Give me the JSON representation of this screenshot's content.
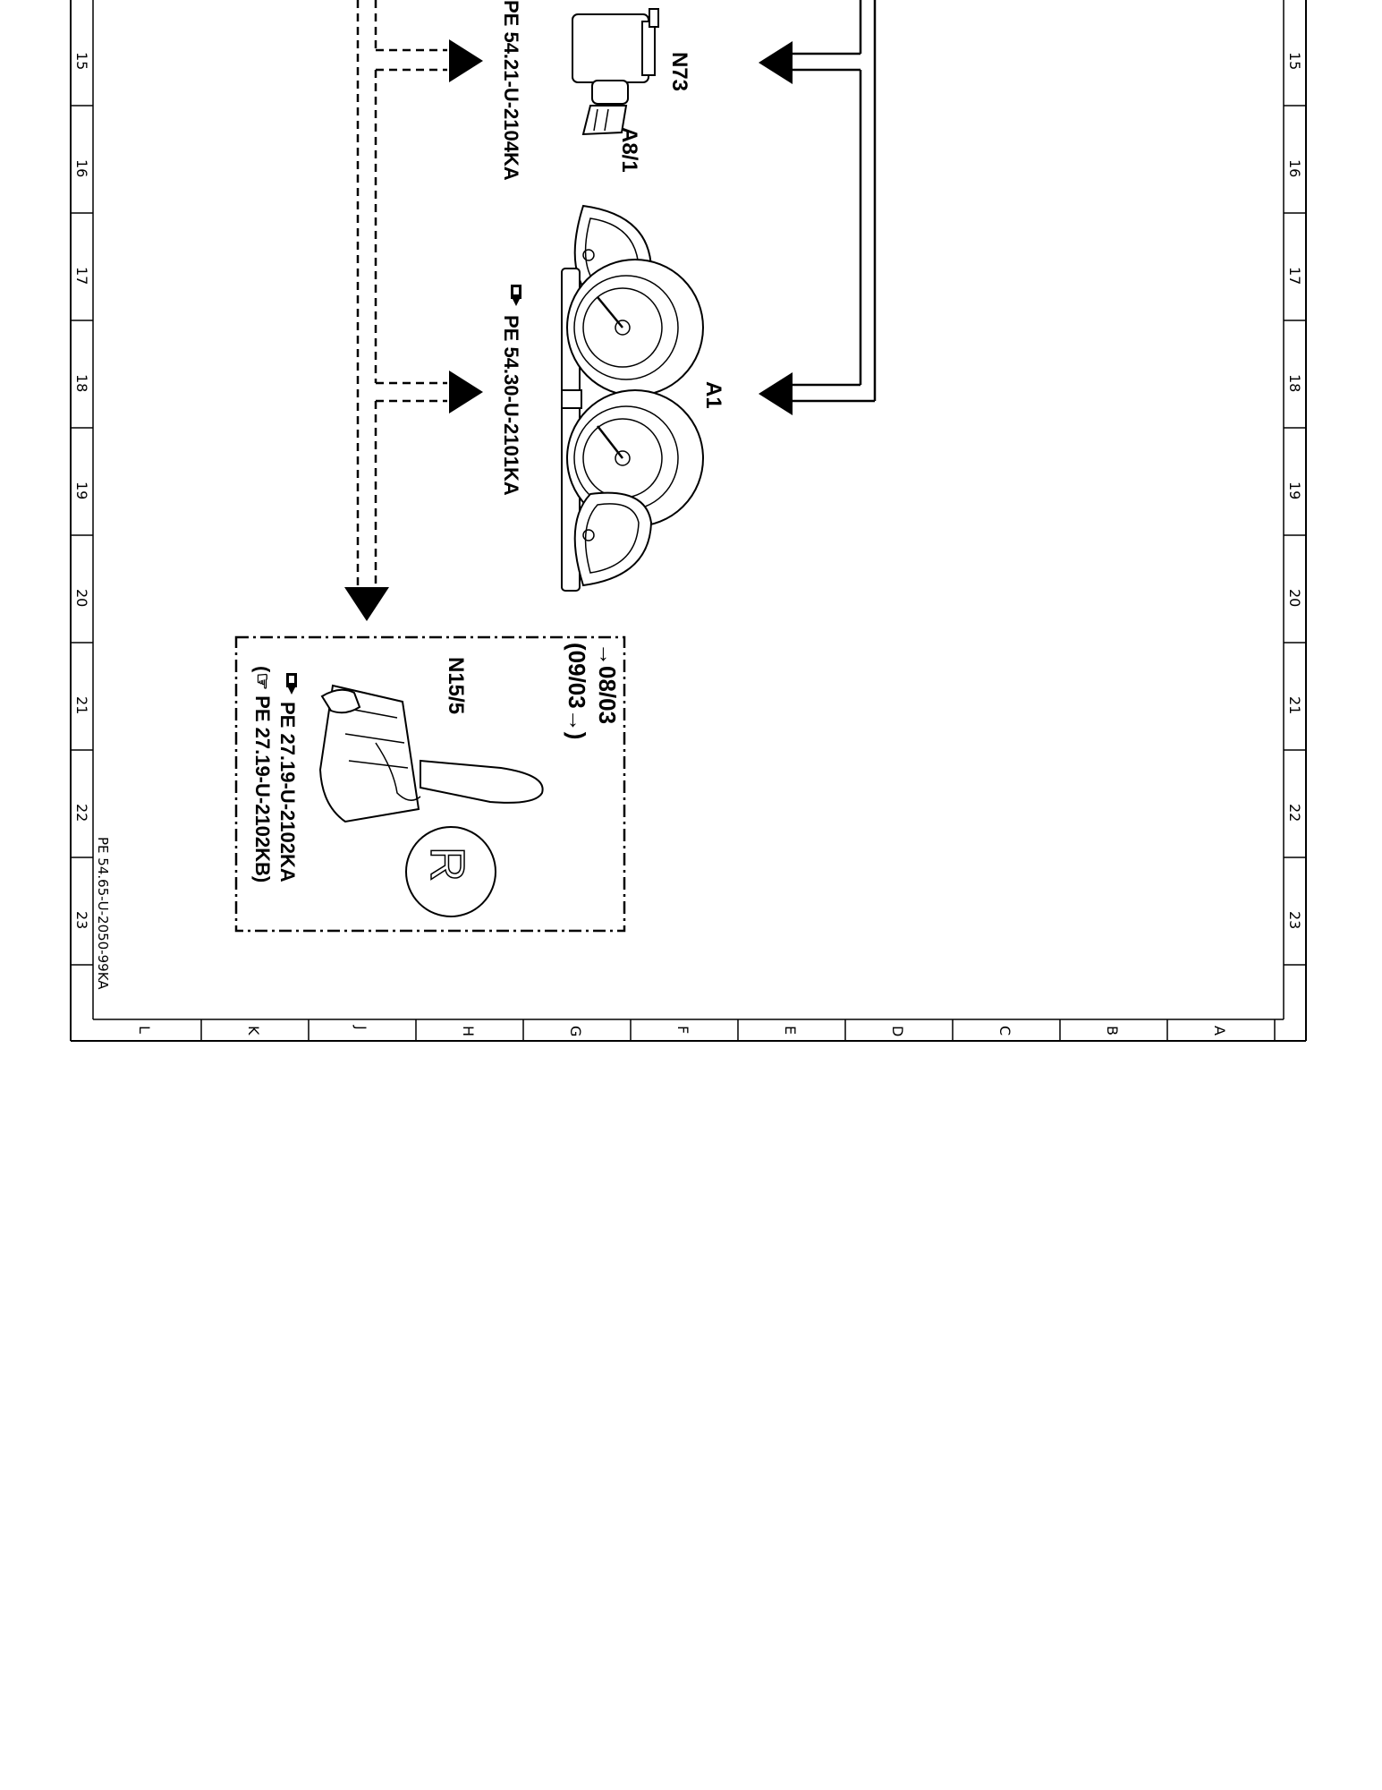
{
  "grid": {
    "numbers": [
      "15",
      "16",
      "17",
      "18",
      "19",
      "20",
      "21",
      "22",
      "23"
    ],
    "letters": [
      "L",
      "K",
      "J",
      "H",
      "G",
      "F",
      "E",
      "D",
      "C",
      "B",
      "A"
    ]
  },
  "document_id": "PE 54.65-U-2050-99KA",
  "components": {
    "n73": {
      "label": "N73"
    },
    "a8_1": {
      "label": "A8/1"
    },
    "a1": {
      "label": "A1"
    },
    "n15_5": {
      "label": "N15/5",
      "date_range_1": "→08/03",
      "date_range_2": "(09/03→)",
      "reverse_symbol": "R"
    }
  },
  "references": {
    "ref_top": "PE 54.21-U-2104KA",
    "ref_mid": "PE 54.30-U-2101KA",
    "ref_n15_a": "PE 27.19-U-2102KA",
    "ref_n15_b": "(☞ PE 27.19-U-2102KB)"
  },
  "icons": [
    "pointing-hand-icon"
  ]
}
